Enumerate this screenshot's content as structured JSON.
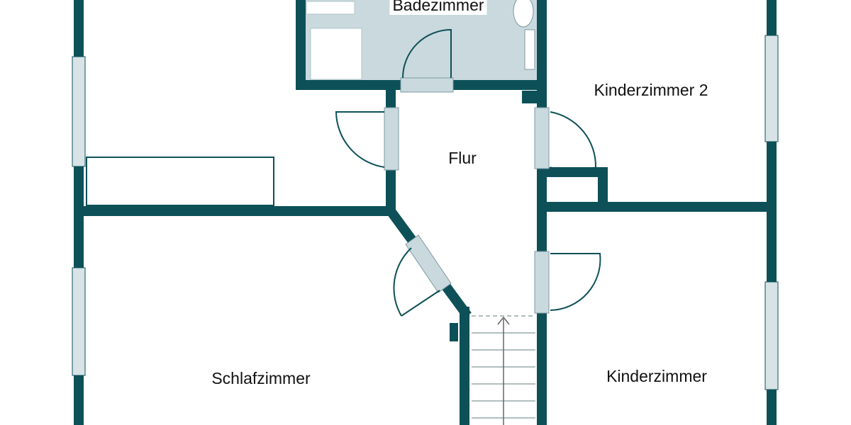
{
  "colors": {
    "wall": "#0d5058",
    "bath": "#c9d9de",
    "window": "#d7e3e6"
  },
  "rooms": {
    "bathroom": "Badezimmer",
    "child2": "Kinderzimmer 2",
    "hall": "Flur",
    "bedroom": "Schlafzimmer",
    "child": "Kinderzimmer"
  }
}
